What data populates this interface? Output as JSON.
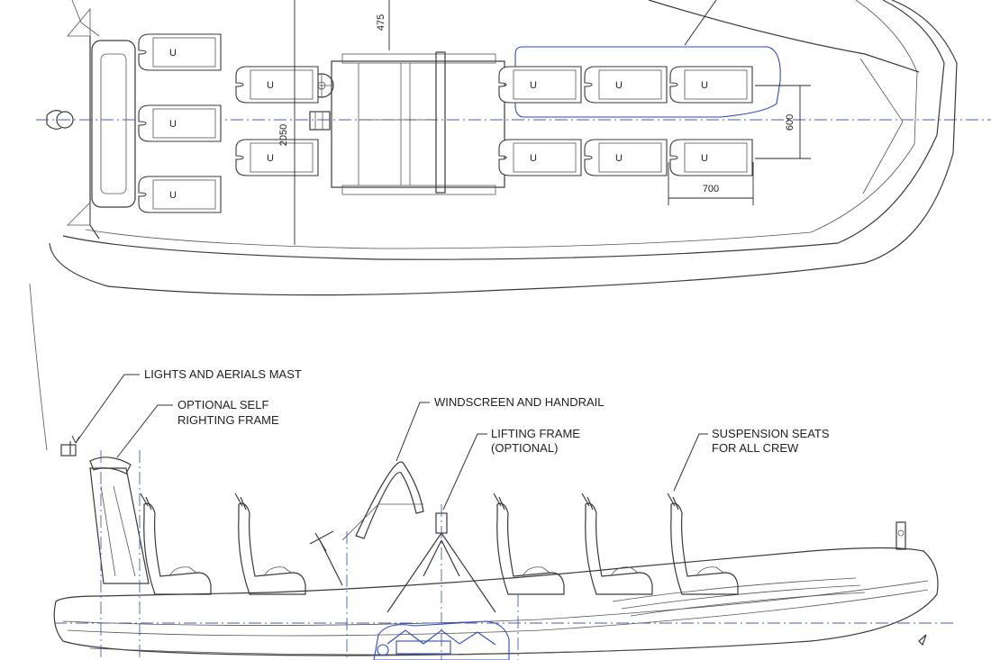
{
  "dimensions": {
    "beam": "2050",
    "console_offset": "475",
    "seat_spacing_lateral": "600",
    "seat_pitch": "700"
  },
  "callouts": {
    "mast": "LIGHTS AND AERIALS MAST",
    "self_righting_line1": "OPTIONAL SELF",
    "self_righting_line2": "RIGHTING FRAME",
    "windscreen": "WINDSCREEN AND HANDRAIL",
    "lifting_line1": "LIFTING FRAME",
    "lifting_line2": "(OPTIONAL)",
    "seats_line1": "SUSPENSION SEATS",
    "seats_line2": "FOR ALL CREW"
  },
  "seat_glyph": "U",
  "colors": {
    "line": "#3a3a3a",
    "centerline": "#4a5fb0",
    "engine": "#2f49c8"
  }
}
